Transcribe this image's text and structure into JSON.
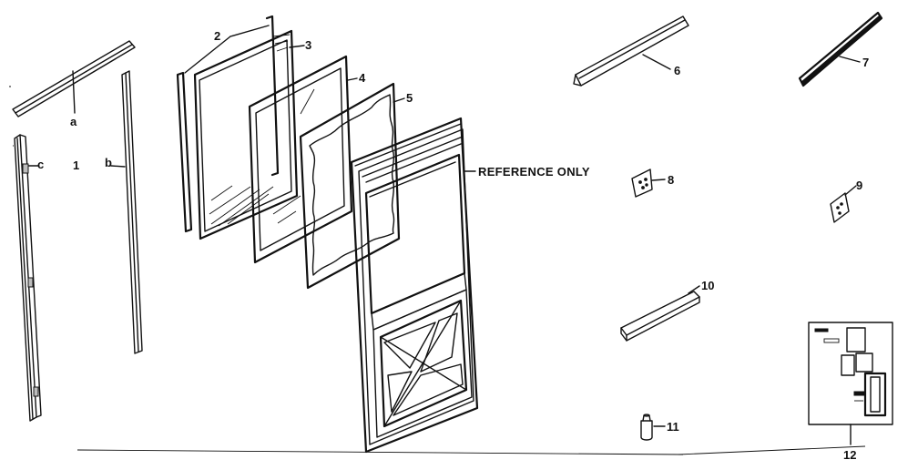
{
  "diagram": {
    "labels": {
      "a": "a",
      "b": "b",
      "c": "c",
      "n1": "1",
      "n2": "2",
      "n3": "3",
      "n4": "4",
      "n5": "5",
      "n6": "6",
      "n7": "7",
      "n8": "8",
      "n9": "9",
      "n10": "10",
      "n11": "11",
      "n12": "12",
      "reference": "REFERENCE ONLY"
    }
  }
}
